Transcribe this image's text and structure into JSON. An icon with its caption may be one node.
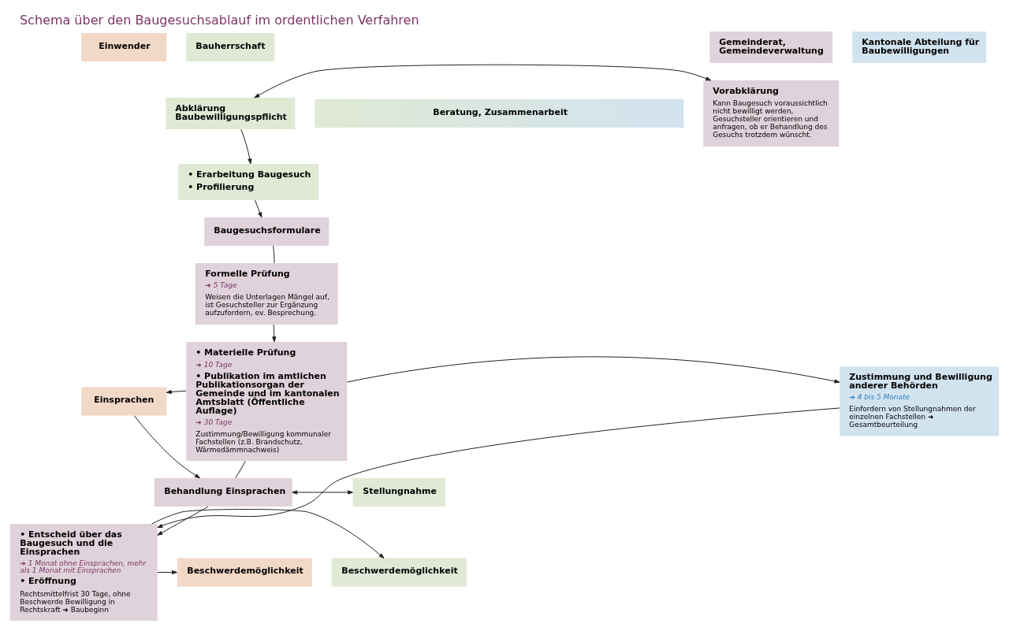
{
  "diagram": {
    "title": "Schema über den Baugesuchsablauf im ordentlichen Verfahren",
    "nodes": [
      {
        "text": [
          "Einwender"
        ]
      },
      {
        "text": [
          "Bauherrschaft"
        ]
      },
      {
        "text": [
          "Gemeinderat, Gemeindeverwaltung"
        ]
      },
      {
        "text": [
          "Kantonale Abteilung für Baubewilligungen"
        ]
      },
      {
        "text": [
          "Beratung, Zusammenarbeit"
        ]
      },
      {
        "text": [
          "Abklärung Baubewilligungspflicht"
        ]
      },
      {
        "text": [
          "Vorabklärung",
          "Kann Baugesuch voraussichtlich nicht bewilligt werden, Gesuchsteller orientieren und anfragen, ob er Behandlung des Gesuchs trotzdem wünscht."
        ]
      },
      {
        "text": [
          "• Erarbeitung Baugesuch",
          "• Profilierung"
        ]
      },
      {
        "text": [
          "Baugesuchsformulare"
        ]
      },
      {
        "text": [
          "Formelle Prüfung",
          "➜ 5 Tage",
          "Weisen die Unterlagen Mängel auf, ist Gesuchsteller zur Ergänzung aufzufordern, ev. Besprechung."
        ]
      },
      {
        "text": [
          "• Materielle Prüfung",
          "➜ 10 Tage",
          "• Publikation im amtlichen Publikationsorgan der Gemeinde und im kantonalen Amtsblatt (Öffentliche Auflage)",
          "➜ 30 Tage",
          "Zustimmung/Bewilligung kommunaler Fachstellen (z.B. Brandschutz, Wärmedämmnachweis)"
        ]
      },
      {
        "text": [
          "Einsprachen"
        ]
      },
      {
        "text": [
          "Zustimmung und Bewilligung anderer Behörden",
          "➜ 4 bis 5 Monate",
          "Einfordern von Stellungnahmen der einzelnen Fachstellen ➜ Gesamtbeurteilung"
        ]
      },
      {
        "text": [
          "Behandlung Einsprachen"
        ]
      },
      {
        "text": [
          "Stellungnahme"
        ]
      },
      {
        "text": [
          "• Entscheid über das Baugesuch und die Einsprachen",
          "➜ 1 Monat ohne Einsprachen, mehr als 1 Monat mit Einsprachen",
          "• Eröffnung",
          "Rechtsmittelfrist 30 Tage, ohne Beschwerde Bewilligung in Rechtskraft ➜ Baubeginn"
        ]
      },
      {
        "text": [
          "Beschwerdemöglichkeit"
        ]
      },
      {
        "text": [
          "Beschwerdemöglichkeit"
        ]
      }
    ],
    "edges": [
      {
        "from": 5,
        "to": 6,
        "arrow": "both"
      },
      {
        "from": 5,
        "to": 7,
        "arrow": "to"
      },
      {
        "from": 7,
        "to": 8,
        "arrow": "to"
      },
      {
        "from": 8,
        "to": 9,
        "arrow": "none"
      },
      {
        "from": 9,
        "to": 10,
        "arrow": "to"
      },
      {
        "from": 10,
        "to": 11,
        "arrow": "to"
      },
      {
        "from": 10,
        "to": 12,
        "arrow": "to"
      },
      {
        "from": 11,
        "to": 13,
        "arrow": "to"
      },
      {
        "from": 10,
        "to": 13,
        "arrow": "none"
      },
      {
        "from": 13,
        "to": 14,
        "arrow": "both"
      },
      {
        "from": 13,
        "to": 15,
        "arrow": "to"
      },
      {
        "from": 12,
        "to": 15,
        "arrow": "to"
      },
      {
        "from": 15,
        "to": 16,
        "arrow": "to"
      },
      {
        "from": 15,
        "to": 17,
        "arrow": "to"
      }
    ]
  }
}
